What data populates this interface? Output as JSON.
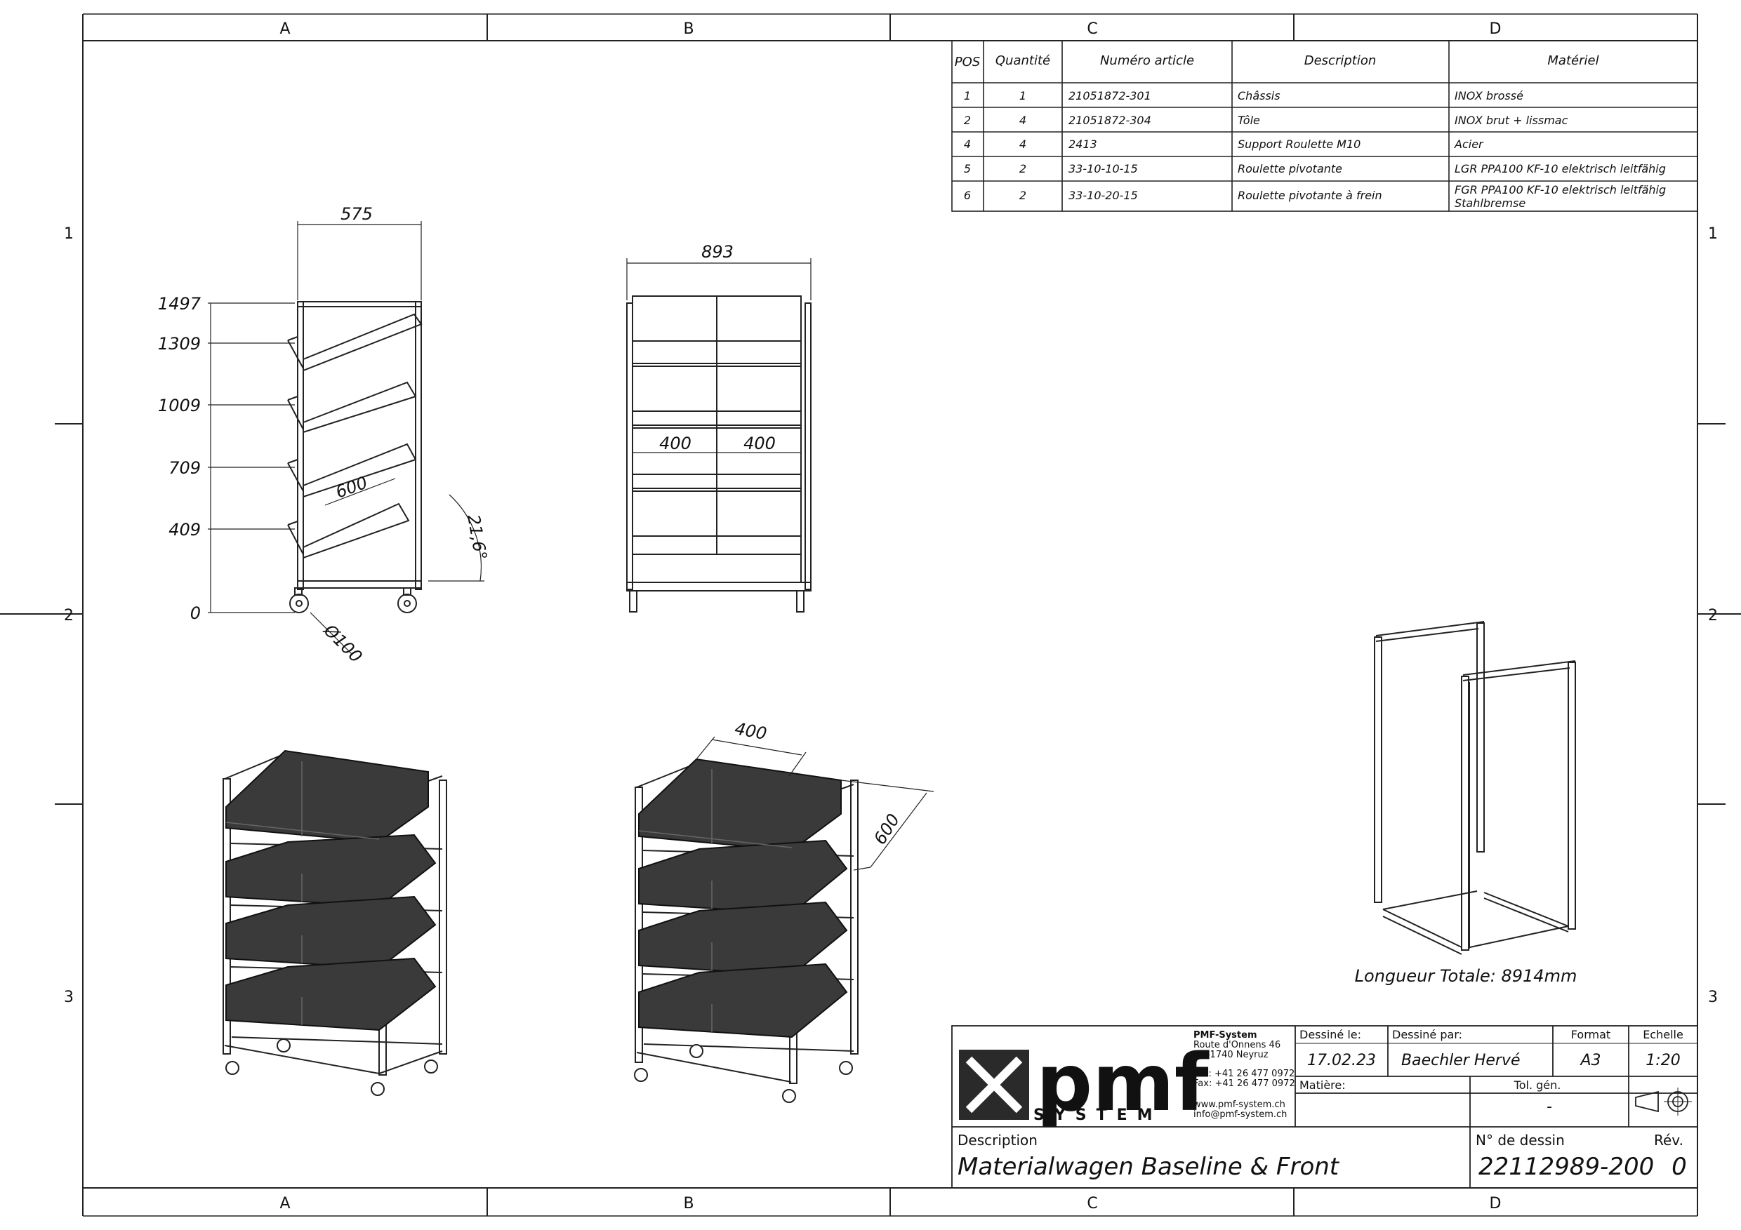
{
  "grid": {
    "columns": [
      "A",
      "B",
      "C",
      "D"
    ],
    "rows": [
      "1",
      "2",
      "3"
    ]
  },
  "bom": {
    "headers": {
      "pos": "POS",
      "qty": "Quantité",
      "article": "Numéro article",
      "description": "Description",
      "material": "Matériel"
    },
    "rows": [
      {
        "pos": "1",
        "qty": "1",
        "article": "21051872-301",
        "description": "Châssis",
        "material": "INOX brossé",
        "material2": ""
      },
      {
        "pos": "2",
        "qty": "4",
        "article": "21051872-304",
        "description": "Tôle",
        "material": "INOX brut + lissmac",
        "material2": ""
      },
      {
        "pos": "4",
        "qty": "4",
        "article": "2413",
        "description": "Support Roulette M10",
        "material": "Acier",
        "material2": ""
      },
      {
        "pos": "5",
        "qty": "2",
        "article": "33-10-10-15",
        "description": "Roulette pivotante",
        "material": "LGR PPA100 KF-10 elektrisch leitfähig",
        "material2": ""
      },
      {
        "pos": "6",
        "qty": "2",
        "article": "33-10-20-15",
        "description": "Roulette pivotante à frein",
        "material": "FGR PPA100 KF-10 elektrisch leitfähig",
        "material2": "Stahlbremse"
      }
    ]
  },
  "side_view": {
    "width": "575",
    "heights": [
      "1497",
      "1309",
      "1009",
      "709",
      "409",
      "0"
    ],
    "shelf_depth": "600",
    "angle": "21,6°",
    "wheel": "Ø100"
  },
  "front_view": {
    "width": "893",
    "bin_left": "400",
    "bin_right": "400"
  },
  "iso_view": {
    "bin_width": "400",
    "bin_depth": "600"
  },
  "frame_note": "Longueur Totale: 8914mm",
  "title_block": {
    "company_name": "PMF-System",
    "address1": "Route d'Onnens 46",
    "address2": "CH-1740 Neyruz",
    "tel": "Tél.: +41 26 477 0972",
    "fax": "Fax: +41 26 477 0972",
    "web": "www.pmf-system.ch",
    "email": "info@pmf-system.ch",
    "logo_word": "pmf",
    "logo_sub": "SYSTEM",
    "drawn_on_label": "Dessiné le:",
    "drawn_on": "17.02.23",
    "drawn_by_label": "Dessiné par:",
    "drawn_by": "Baechler Hervé",
    "format_label": "Format",
    "format": "A3",
    "scale_label": "Echelle",
    "scale": "1:20",
    "material_label": "Matière:",
    "tolerance_label": "Tol. gén.",
    "tolerance": "-",
    "description_label": "Description",
    "description": "Materialwagen Baseline & Front",
    "drawing_no_label": "N° de dessin",
    "drawing_no": "22112989-200",
    "revision_label": "Rév.",
    "revision": "0"
  }
}
